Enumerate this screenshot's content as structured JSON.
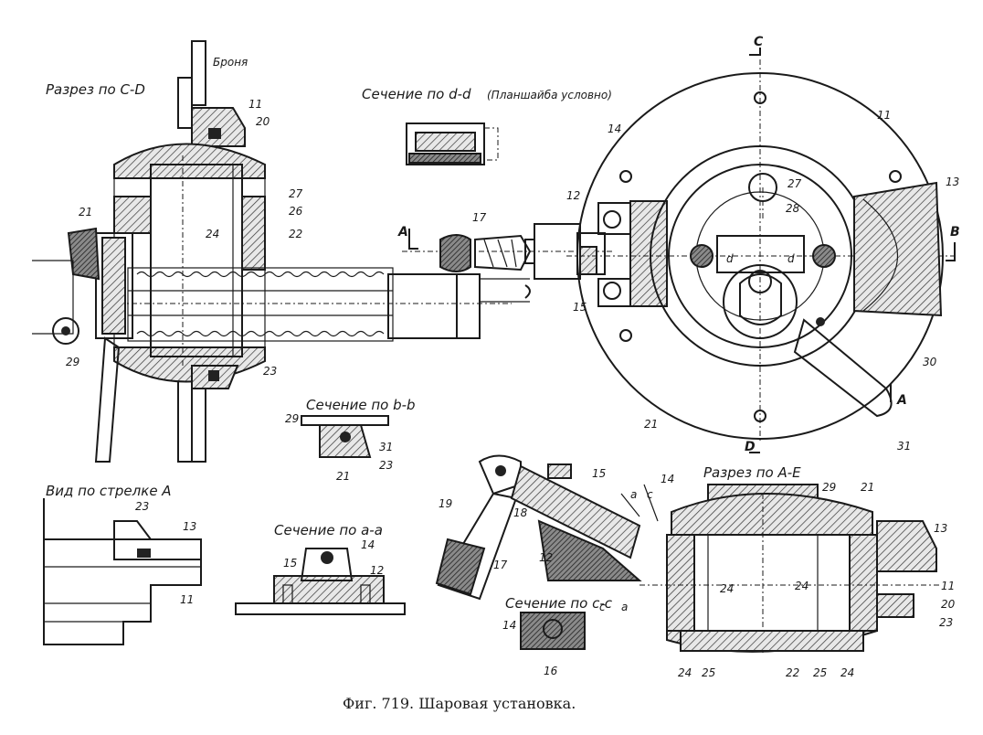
{
  "caption": "Фиг. 719. Шаровая установка.",
  "views": {
    "section_cd": "Разрез по С-D",
    "section_dd": "Сечение по d-d",
    "section_dd_note": "(Планшайба условно)",
    "view_arrow_a": "Вид по стрелке А",
    "section_bb": "Сечение по b-b",
    "section_aa": "Сечение по а-а",
    "section_ae": "Разрез по А-Е",
    "section_cc": "Сечение по с-с"
  },
  "labels": {
    "armor": "Броня",
    "cut_c": "С",
    "cut_d": "D",
    "cut_a": "А",
    "cut_b": "В",
    "cut_a2": "А",
    "small_d1": "d",
    "small_d2": "d",
    "small_a": "а",
    "small_c": "с",
    "small_c2": "с",
    "small_a2": "а"
  },
  "parts_left": [
    "11",
    "20",
    "27",
    "26",
    "22",
    "21",
    "24",
    "29",
    "23"
  ],
  "parts_mid": [
    "17",
    "12",
    "15"
  ],
  "parts_right": [
    "14",
    "11",
    "13",
    "27",
    "28",
    "30",
    "21",
    "31"
  ],
  "parts_bb": [
    "29",
    "31",
    "23",
    "21"
  ],
  "parts_arrow_a": [
    "23",
    "13",
    "11"
  ],
  "parts_aa": [
    "15",
    "14",
    "12"
  ],
  "parts_lower_mid": [
    "19",
    "18",
    "15",
    "14",
    "12",
    "17"
  ],
  "parts_cc": [
    "14",
    "16"
  ],
  "parts_ae": [
    "29",
    "21",
    "13",
    "24",
    "24",
    "11",
    "20",
    "23",
    "24",
    "25",
    "22",
    "25",
    "24"
  ]
}
